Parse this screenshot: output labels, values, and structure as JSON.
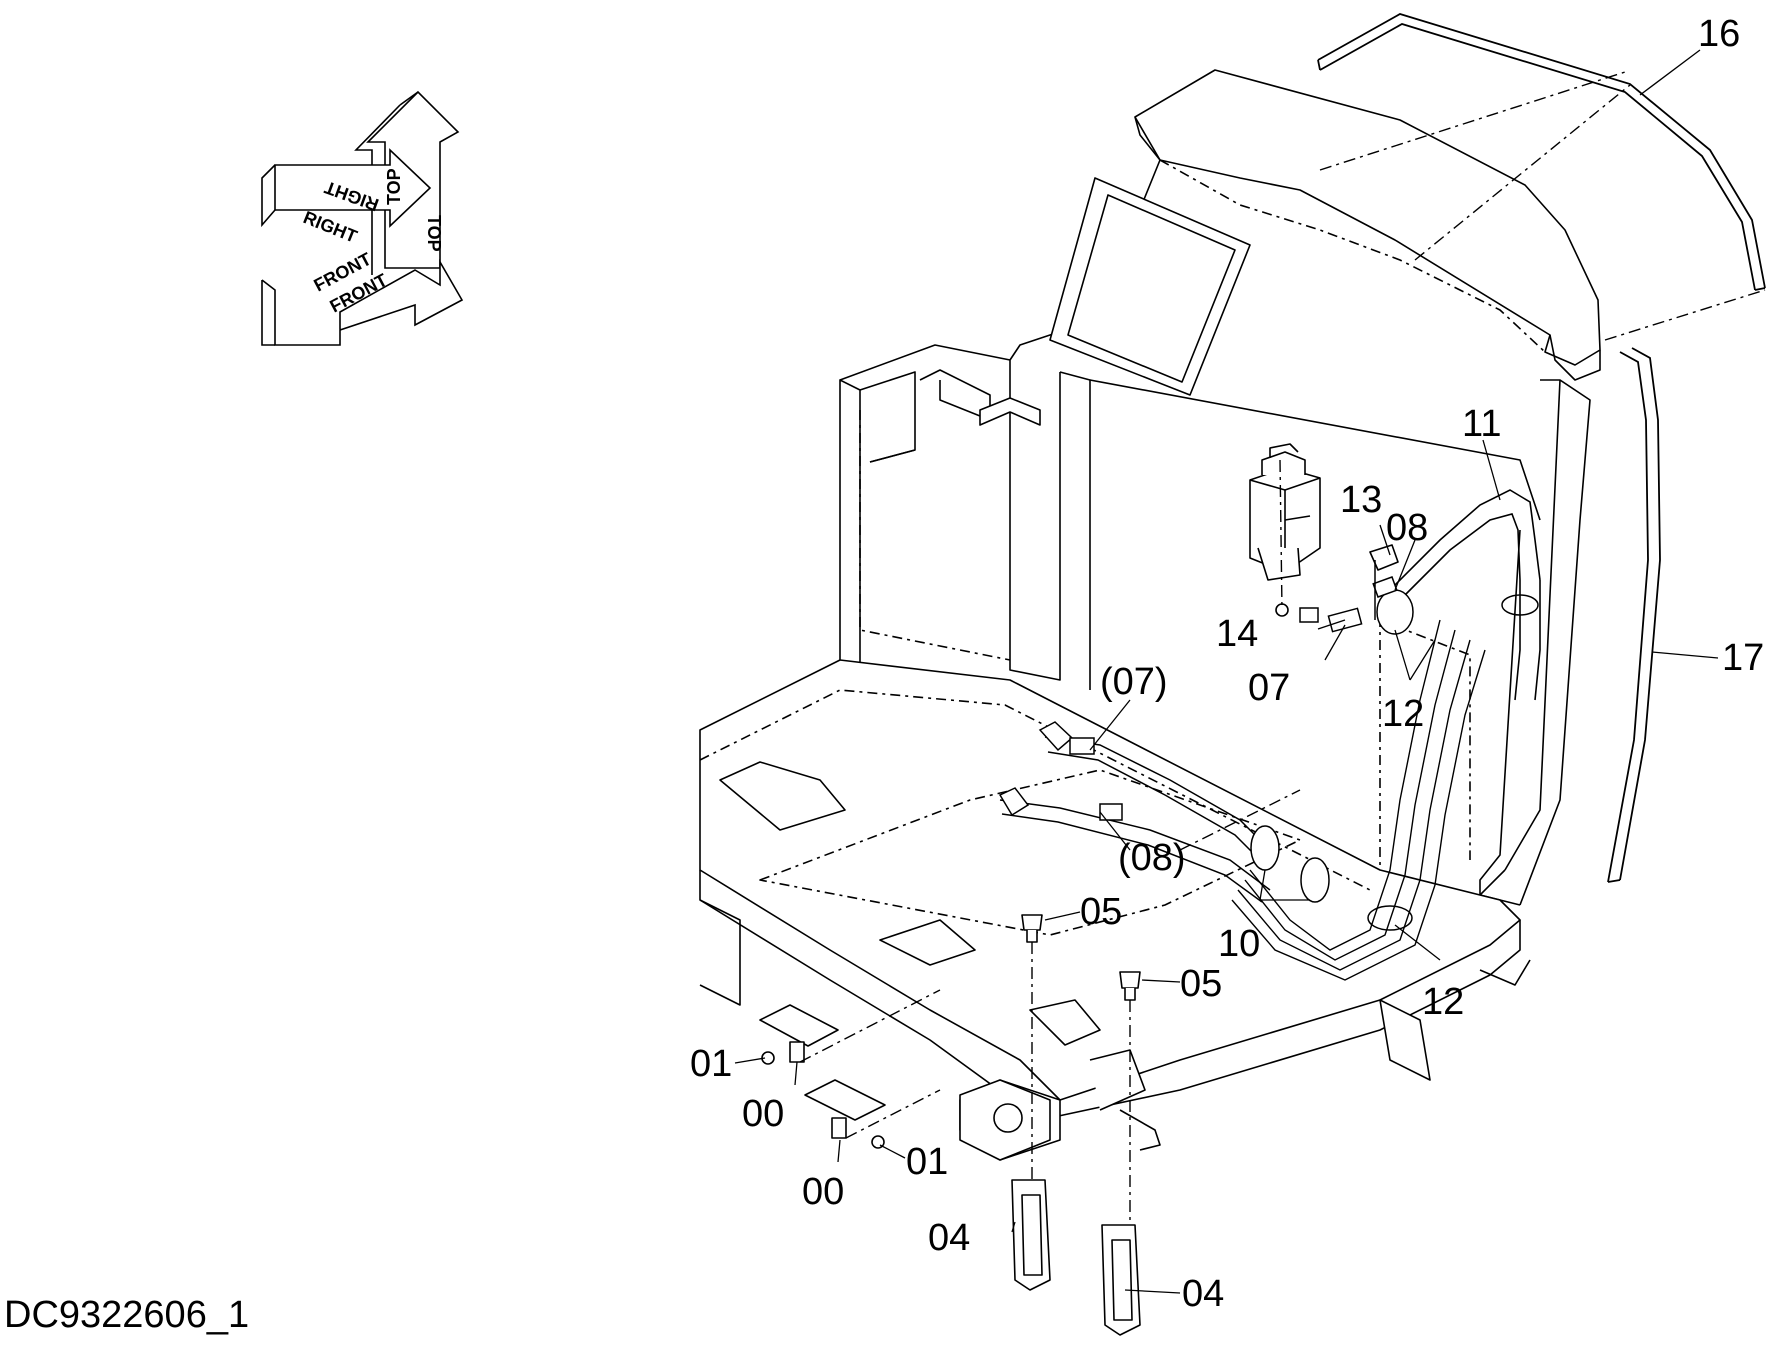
{
  "orientation": {
    "top_label": "TOP",
    "right_label": "RIGHT",
    "front_label": "FRONT"
  },
  "callouts": {
    "c16": "16",
    "c17": "17",
    "c11": "11",
    "c13": "13",
    "c08": "08",
    "c14": "14",
    "c07": "07",
    "c12a": "12",
    "c07p": "(07)",
    "c08p": "(08)",
    "c10": "10",
    "c12b": "12",
    "c05a": "05",
    "c05b": "05",
    "c01a": "01",
    "c00a": "00",
    "c00b": "00",
    "c01b": "01",
    "c04a": "04",
    "c04b": "04"
  },
  "drawing_id": "DC9322606_1",
  "colors": {
    "line": "#000000",
    "background": "#ffffff"
  }
}
